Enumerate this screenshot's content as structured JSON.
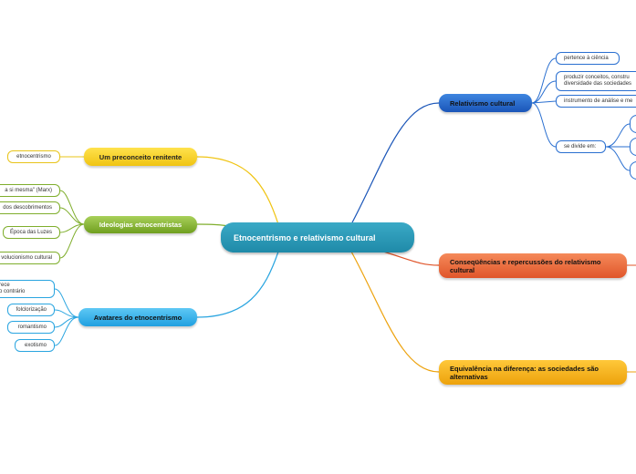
{
  "central": {
    "label": "Etnocentrismo e relativismo cultural"
  },
  "left_branches": [
    {
      "label": "Um preconceito renitente",
      "children": [
        "etnocentrismo"
      ]
    },
    {
      "label": "Ideologias etnocentristas",
      "children": [
        "a si mesma\" (Marx)",
        "dos descobrimentos",
        "Época das Luzes",
        "volucionismo cultural"
      ]
    },
    {
      "label": "Avatares do etnocentrismo",
      "children": [
        "rece\no contrário",
        "folclorização",
        "romantismo",
        "exotismo"
      ]
    }
  ],
  "right_branches": [
    {
      "label": "Relativismo cultural",
      "children": [
        "pertence à ciência",
        "produzir conceitos, constru\ndiversidade das sociedades",
        "instrumento de análise e me",
        "se divide em:"
      ]
    },
    {
      "label": "Conseqüências e repercussões do relativismo cultural",
      "children": []
    },
    {
      "label": "Equivalência na diferença: as sociedades são alternativas",
      "children": []
    }
  ],
  "colors": {
    "yellow": "#f0c413",
    "green": "#7fae2c",
    "blue": "#2aa5e0",
    "navy": "#1a55b8",
    "orange": "#e0552a",
    "gold": "#eda20c",
    "central": "#1f8aa8"
  }
}
